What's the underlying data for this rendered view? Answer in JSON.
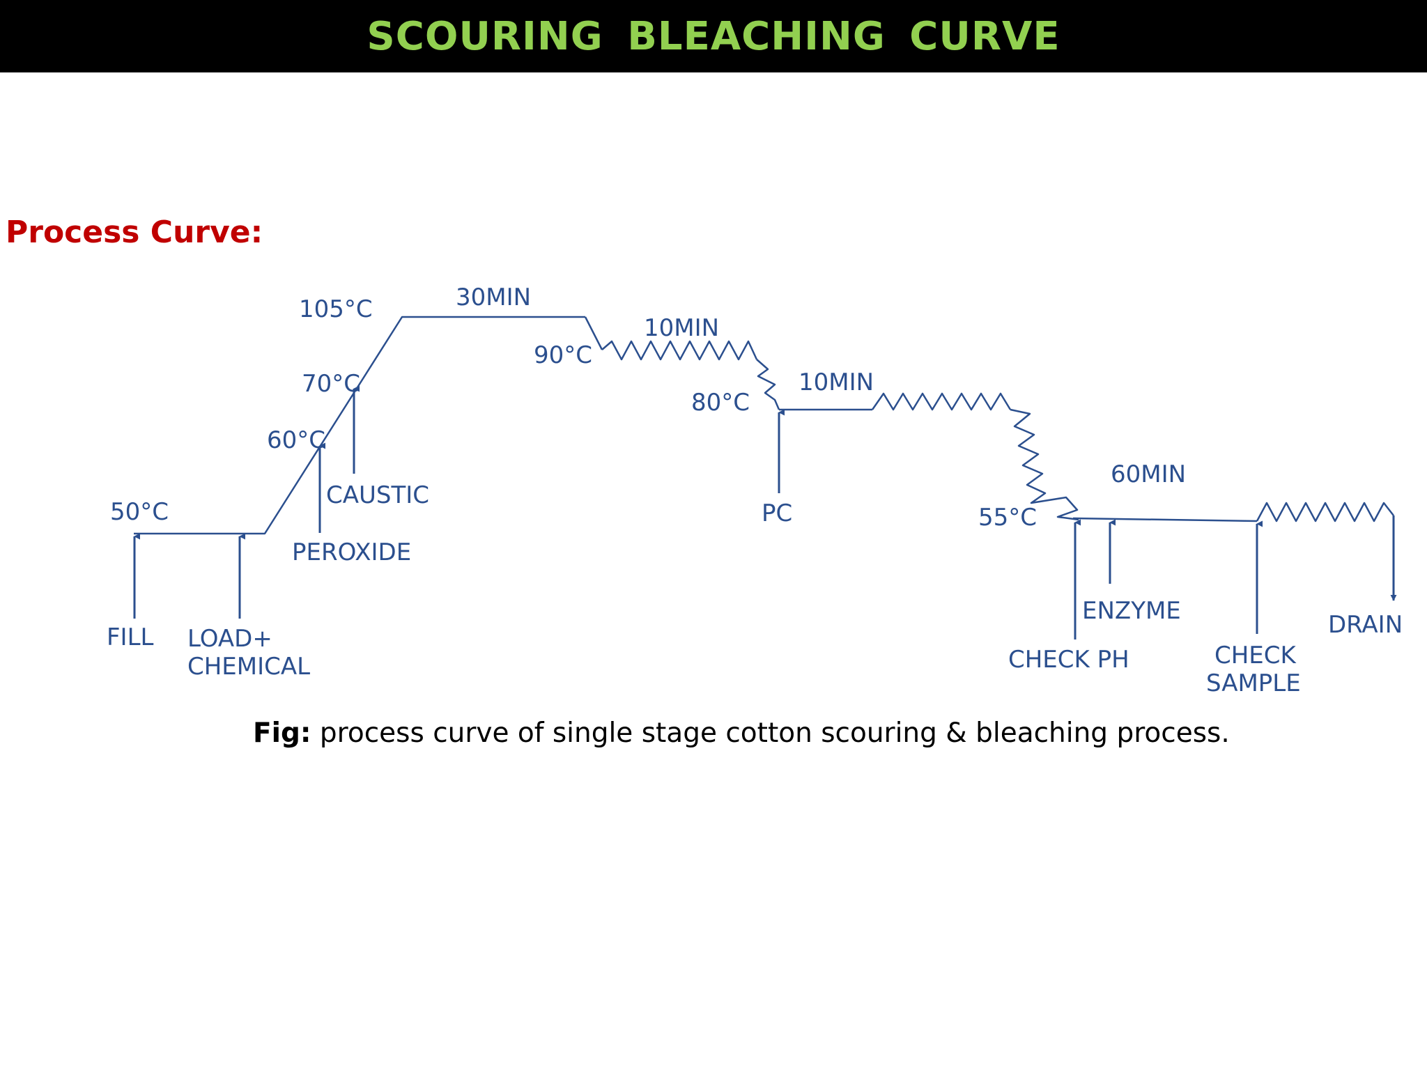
{
  "title": "SCOURING  BLEACHING  CURVE",
  "section_heading": "Process Curve:",
  "caption": {
    "prefix": "Fig:",
    "text": " process curve of single stage cotton scouring & bleaching process."
  },
  "colors": {
    "title_bar": "#000000",
    "title_text": "#92d050",
    "heading": "#c00000",
    "diagram_ink": "#2b4f8e"
  },
  "temperatures": {
    "t50": "50°C",
    "t60": "60°C",
    "t70": "70°C",
    "t105": "105°C",
    "t90": "90°C",
    "t80": "80°C",
    "t55": "55°C"
  },
  "durations": {
    "d30": "30MIN",
    "d10a": "10MIN",
    "d10b": "10MIN",
    "d60": "60MIN"
  },
  "steps": {
    "fill": "FILL",
    "load_line1": "LOAD+",
    "load_line2": "CHEMICAL",
    "peroxide": "PEROXIDE",
    "caustic": "CAUSTIC",
    "pc": "PC",
    "check_ph": "CHECK PH",
    "enzyme": "ENZYME",
    "check_sample_line1": "CHECK",
    "check_sample_line2": "SAMPLE",
    "drain": "DRAIN"
  }
}
